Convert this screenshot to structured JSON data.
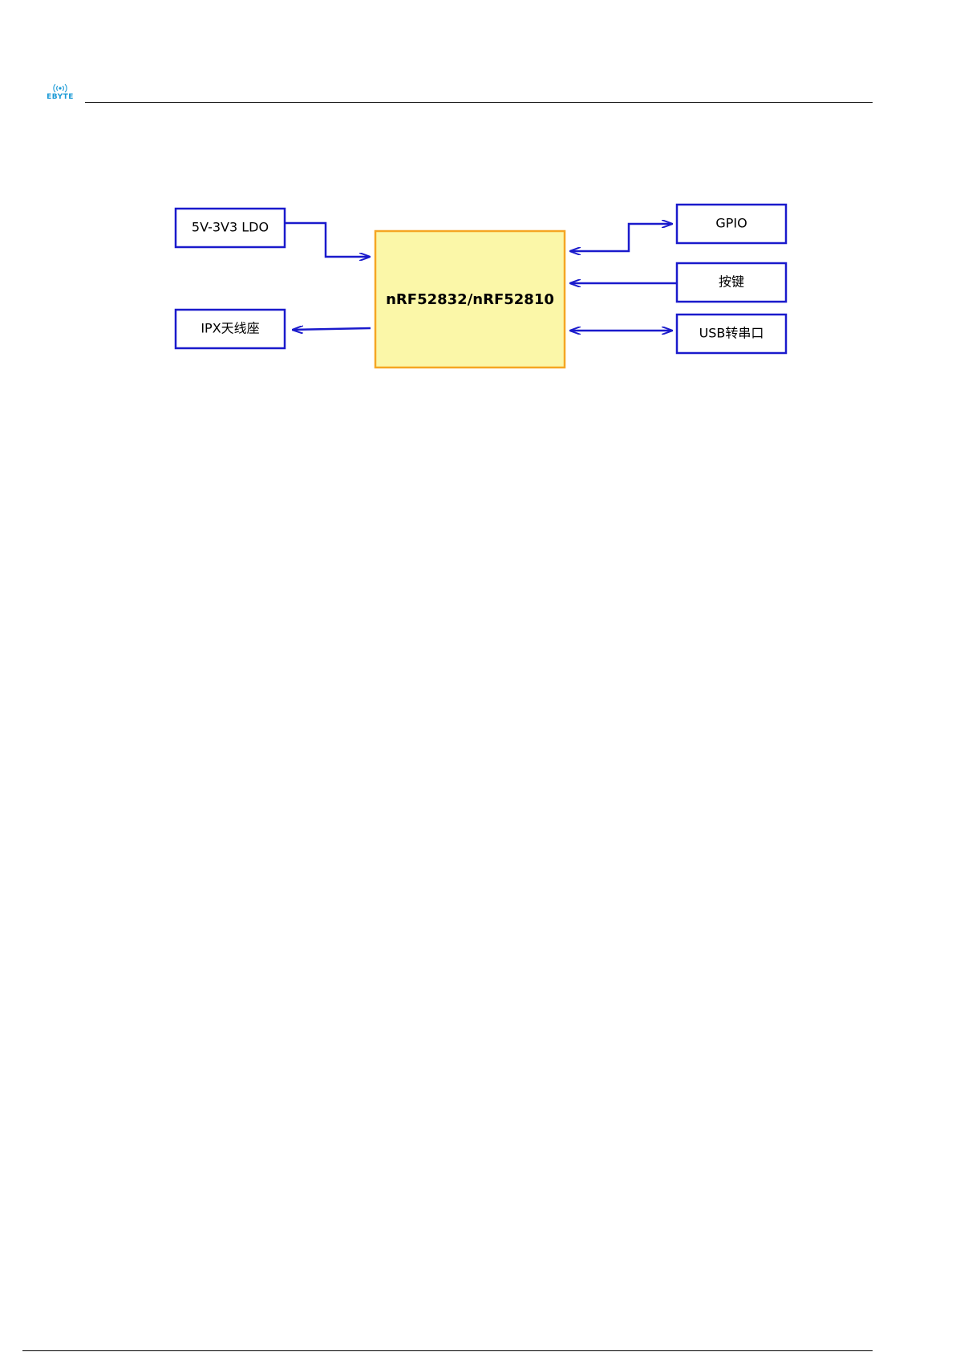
{
  "header": {
    "logo_text": "EBYTE"
  },
  "diagram": {
    "chip": {
      "label": "nRF52832/nRF52810"
    },
    "left_blocks": [
      {
        "label": "5V-3V3 LDO",
        "direction": "to-chip"
      },
      {
        "label": "IPX天线座",
        "direction": "from-chip"
      }
    ],
    "right_blocks": [
      {
        "label": "GPIO",
        "direction": "bidirectional"
      },
      {
        "label": "按键",
        "direction": "to-chip"
      },
      {
        "label": "USB转串口",
        "direction": "bidirectional"
      }
    ],
    "colors": {
      "block_border": "#1a1acc",
      "arrow": "#1a1acc",
      "chip_fill": "#fbf7a8",
      "chip_border": "#f5a623"
    }
  }
}
